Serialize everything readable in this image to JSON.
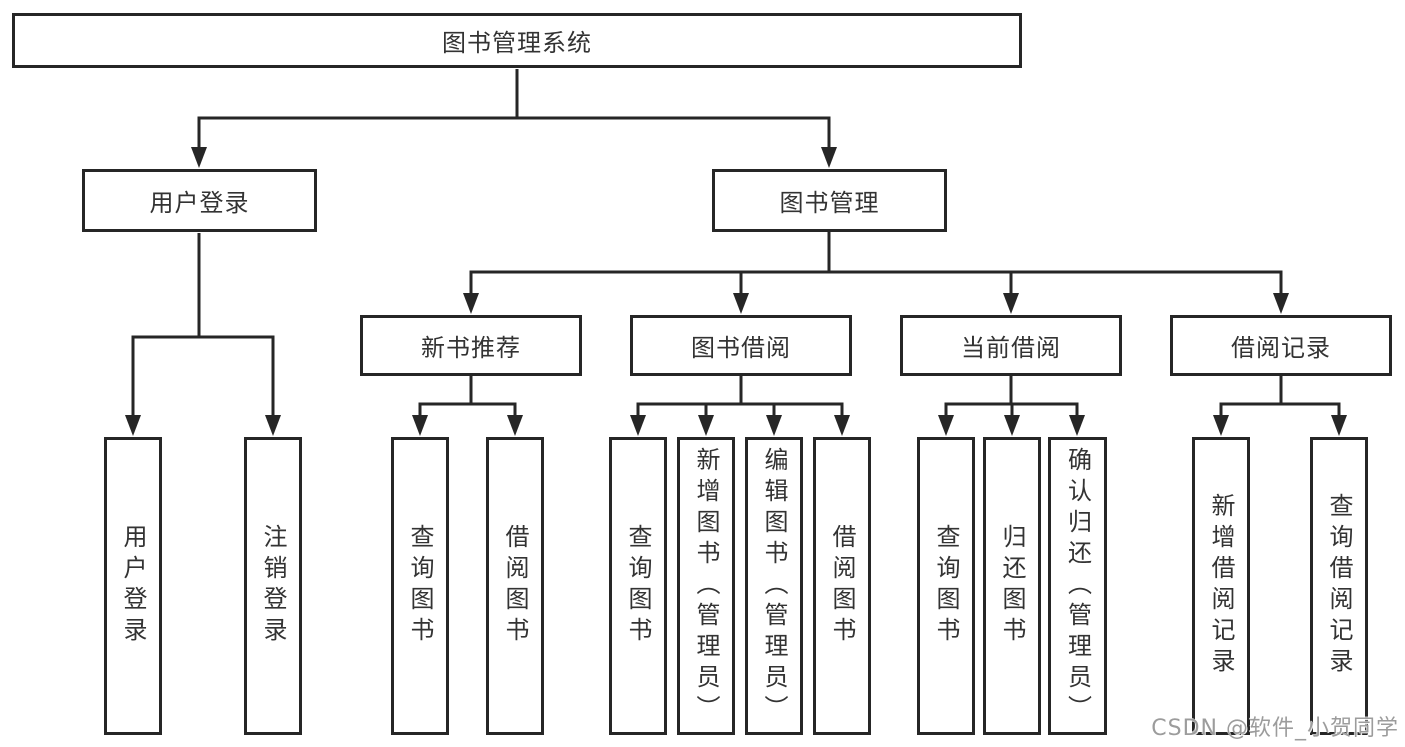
{
  "colors": {
    "line": "#262626",
    "text": "#333333",
    "box_bg": "#ffffff",
    "watermark": "#9c9c9c"
  },
  "diagram": {
    "root": {
      "label": "图书管理系统"
    },
    "branches": [
      {
        "label": "用户登录",
        "children": [
          {
            "label": "用户登录"
          },
          {
            "label": "注销登录"
          }
        ]
      },
      {
        "label": "图书管理",
        "children": [
          {
            "label": "新书推荐",
            "children": [
              {
                "label": "查询图书"
              },
              {
                "label": "借阅图书"
              }
            ]
          },
          {
            "label": "图书借阅",
            "children": [
              {
                "label": "查询图书"
              },
              {
                "label": "新增图书（管理员）"
              },
              {
                "label": "编辑图书（管理员）"
              },
              {
                "label": "借阅图书"
              }
            ]
          },
          {
            "label": "当前借阅",
            "children": [
              {
                "label": "查询图书"
              },
              {
                "label": "归还图书"
              },
              {
                "label": "确认归还（管理员）"
              }
            ]
          },
          {
            "label": "借阅记录",
            "children": [
              {
                "label": "新增借阅记录"
              },
              {
                "label": "查询借阅记录"
              }
            ]
          }
        ]
      }
    ]
  },
  "watermark": {
    "text": "CSDN @软件_小贺同学"
  }
}
